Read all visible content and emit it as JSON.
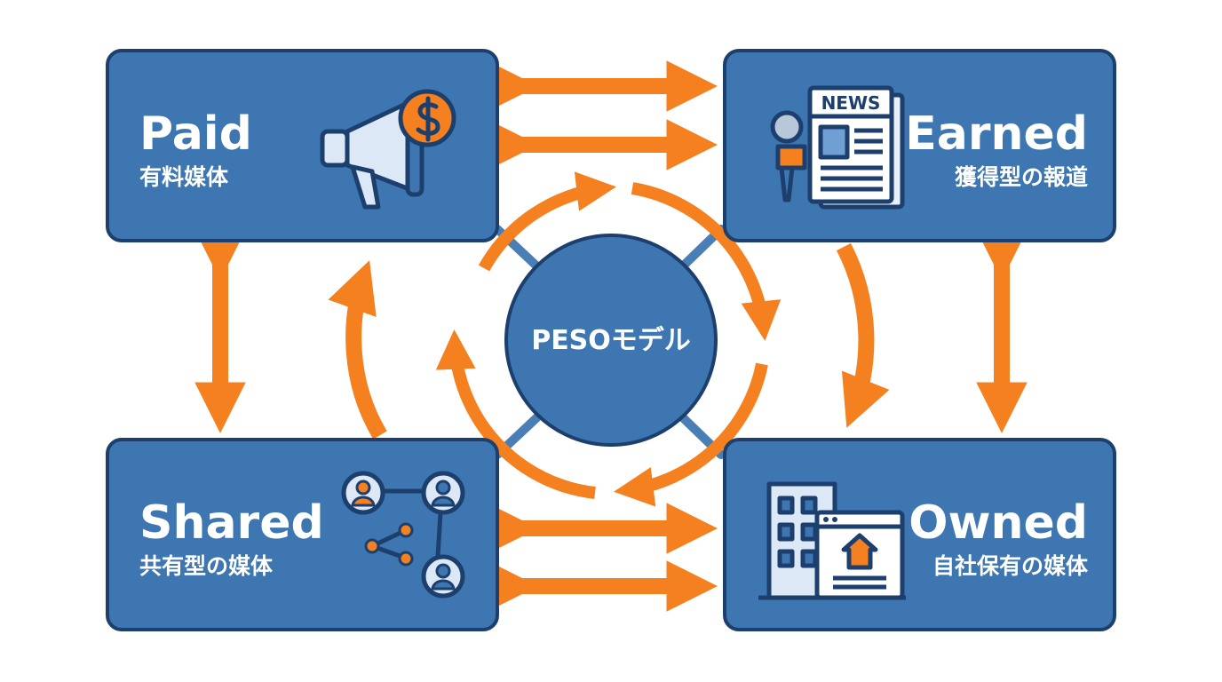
{
  "center": {
    "label": "PESOモデル"
  },
  "quadrants": {
    "paid": {
      "title": "Paid",
      "subtitle": "有料媒体"
    },
    "earned": {
      "title": "Earned",
      "subtitle": "獲得型の報道"
    },
    "shared": {
      "title": "Shared",
      "subtitle": "共有型の媒体"
    },
    "owned": {
      "title": "Owned",
      "subtitle": "自社保有の媒体"
    }
  },
  "icons": {
    "paid": "megaphone-dollar-icon",
    "earned": "newspaper-microphone-icon",
    "earned_news_text": "NEWS",
    "shared": "social-network-icon",
    "owned": "building-website-icon"
  },
  "colors": {
    "box_fill": "#3d76b0",
    "box_border": "#1d3f6e",
    "arrow": "#f5801f",
    "connector": "#4a7fb5"
  }
}
